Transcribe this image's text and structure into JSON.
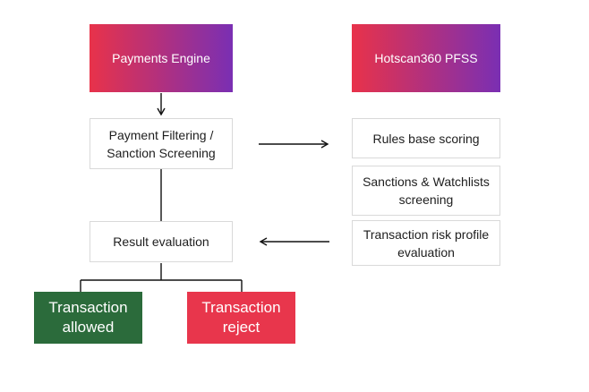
{
  "nodes": {
    "payments_engine": "Payments Engine",
    "hotscan": "Hotscan360 PFSS",
    "payment_filtering": "Payment Filtering /\nSanction Screening",
    "rules_scoring": "Rules base scoring",
    "sanctions_watchlists": "Sanctions & Watchlists\nscreening",
    "risk_profile": "Transaction risk profile\nevaluation",
    "result_evaluation": "Result evaluation",
    "allowed": "Transaction\nallowed",
    "reject": "Transaction\nreject"
  },
  "colors": {
    "gradient_start": "#e8324a",
    "gradient_end": "#7a2fb3",
    "allowed": "#2b6b3b",
    "reject": "#e8364c"
  }
}
